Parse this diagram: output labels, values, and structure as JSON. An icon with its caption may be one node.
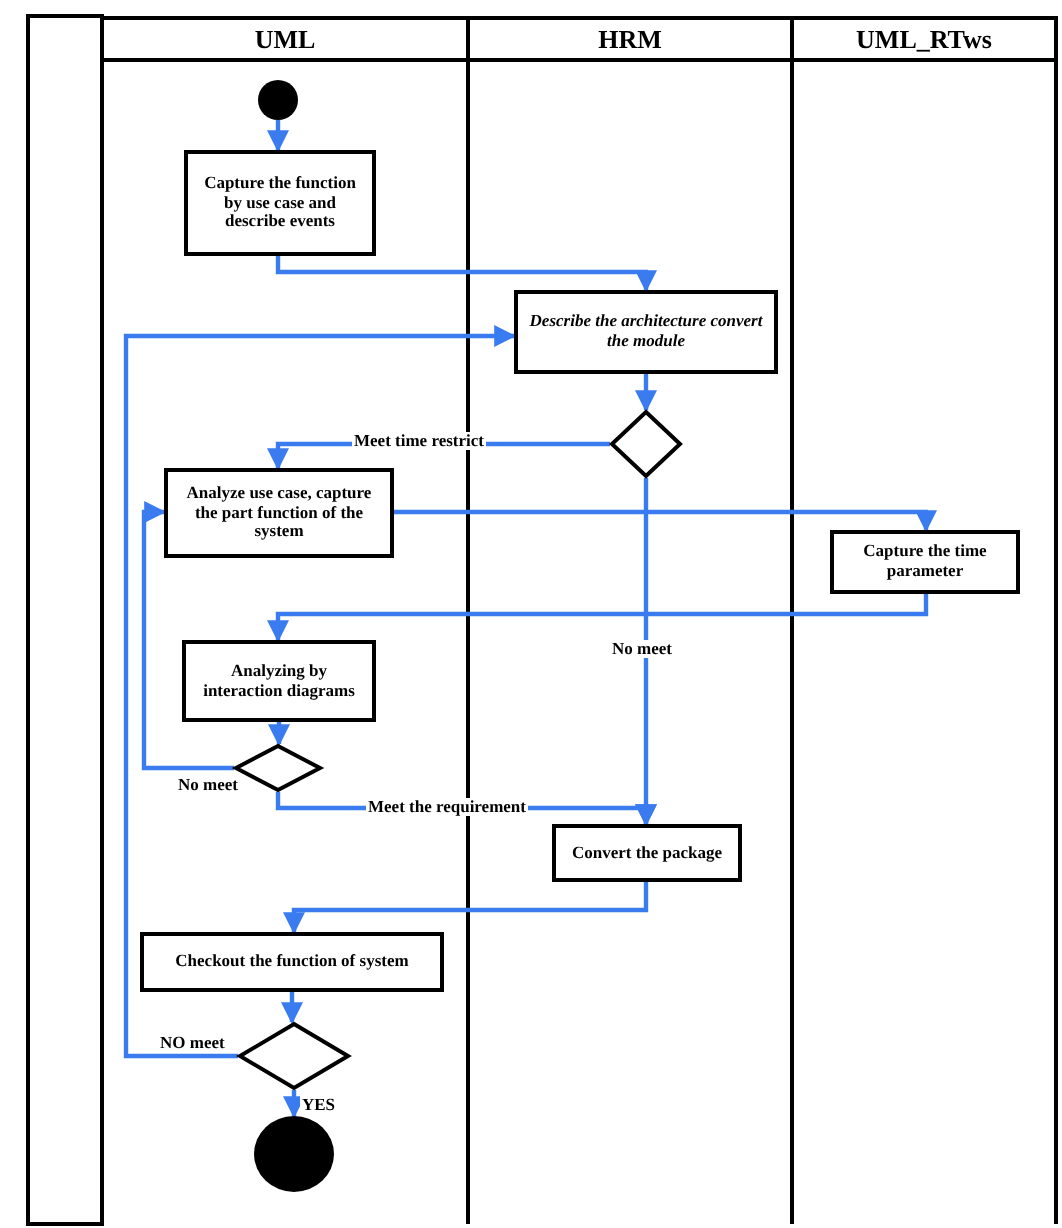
{
  "diagram": {
    "nodes": [
      {
        "text": [
          "UML"
        ]
      },
      {
        "text": [
          "HRM"
        ]
      },
      {
        "text": [
          "UML_RTws"
        ]
      },
      {
        "text": [],
        "shape": "circle",
        "in": 0
      },
      {
        "text": [
          "Capture the function by use case and describe events"
        ],
        "in": 0
      },
      {
        "text": [
          "Describe the architecture convert the module"
        ],
        "in": 1
      },
      {
        "text": [],
        "shape": "diamond",
        "in": 1
      },
      {
        "text": [
          "Analyze use case, capture the part function of the system"
        ],
        "in": 0
      },
      {
        "text": [
          "Capture the time parameter"
        ],
        "in": 2
      },
      {
        "text": [
          "Analyzing by interaction diagrams"
        ],
        "in": 0
      },
      {
        "text": [],
        "shape": "diamond",
        "in": 0
      },
      {
        "text": [
          "Convert the package"
        ],
        "in": 1
      },
      {
        "text": [
          "Checkout the function of system"
        ],
        "in": 0
      },
      {
        "text": [],
        "shape": "diamond",
        "in": 0
      },
      {
        "text": [],
        "shape": "circle",
        "in": 0
      }
    ],
    "edges": [
      {
        "from": 3,
        "to": 4,
        "arrow": "to"
      },
      {
        "from": 4,
        "to": 5,
        "arrow": "to"
      },
      {
        "from": 13,
        "to": 5,
        "arrow": "to",
        "label": "NO meet"
      },
      {
        "from": 5,
        "to": 6,
        "arrow": "to"
      },
      {
        "from": 6,
        "to": 7,
        "arrow": "to",
        "label": "Meet time restrict"
      },
      {
        "from": 6,
        "to": 11,
        "arrow": "to",
        "label": "No meet"
      },
      {
        "from": 7,
        "to": 8,
        "arrow": "to"
      },
      {
        "from": 8,
        "to": 9,
        "arrow": "to"
      },
      {
        "from": 9,
        "to": 10,
        "arrow": "to"
      },
      {
        "from": 10,
        "to": 7,
        "arrow": "to",
        "label": "No meet"
      },
      {
        "from": 10,
        "to": 11,
        "arrow": "to",
        "label": "Meet the requirement"
      },
      {
        "from": 11,
        "to": 12,
        "arrow": "to"
      },
      {
        "from": 12,
        "to": 13,
        "arrow": "to"
      },
      {
        "from": 13,
        "to": 14,
        "arrow": "to",
        "label": "YES"
      }
    ]
  }
}
